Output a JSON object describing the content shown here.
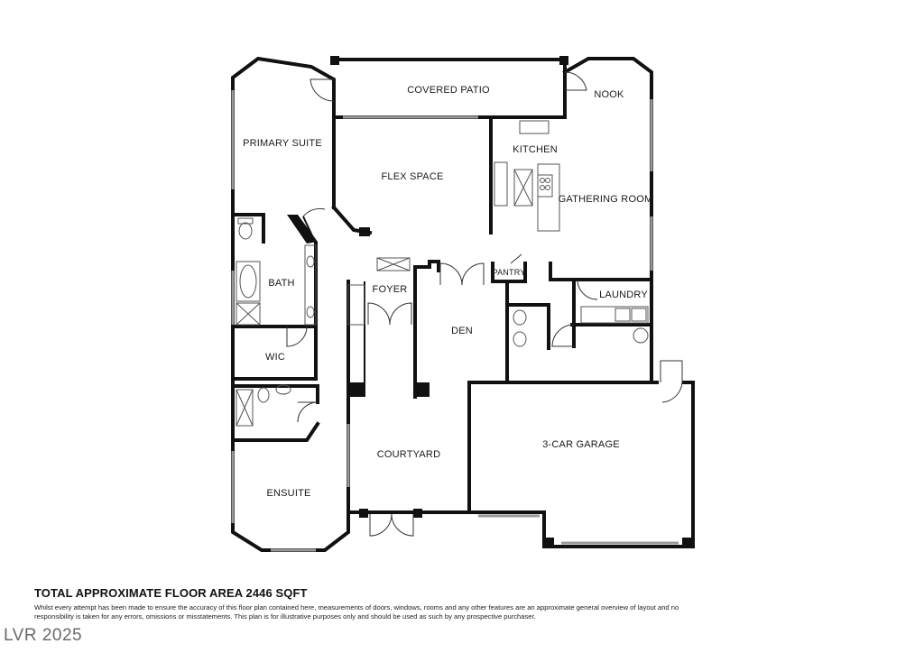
{
  "rooms": {
    "covered_patio": "COVERED PATIO",
    "nook": "NOOK",
    "primary_suite": "PRIMARY SUITE",
    "kitchen": "KITCHEN",
    "flex_space": "FLEX SPACE",
    "gathering_room": "GATHERING ROOM",
    "bath": "BATH",
    "pantry": "PANTRY",
    "foyer": "FOYER",
    "laundry": "LAUNDRY",
    "den": "DEN",
    "wic": "WIC",
    "courtyard": "COURTYARD",
    "garage": "3-CAR GARAGE",
    "ensuite": "ENSUITE"
  },
  "footer": {
    "area_title": "TOTAL APPROXIMATE FLOOR AREA 2446 SQFT",
    "disclaimer": "Whilst every attempt has been made to ensure the accuracy of this floor plan contained here, measurements of doors, windows, rooms and any other features are an approximate general overview of layout and no responsibility is taken for any errors, omissions or misstatements. This plan is for illustrative purposes only and should be used as such by any prospective purchaser.",
    "watermark": "LVR 2025"
  }
}
